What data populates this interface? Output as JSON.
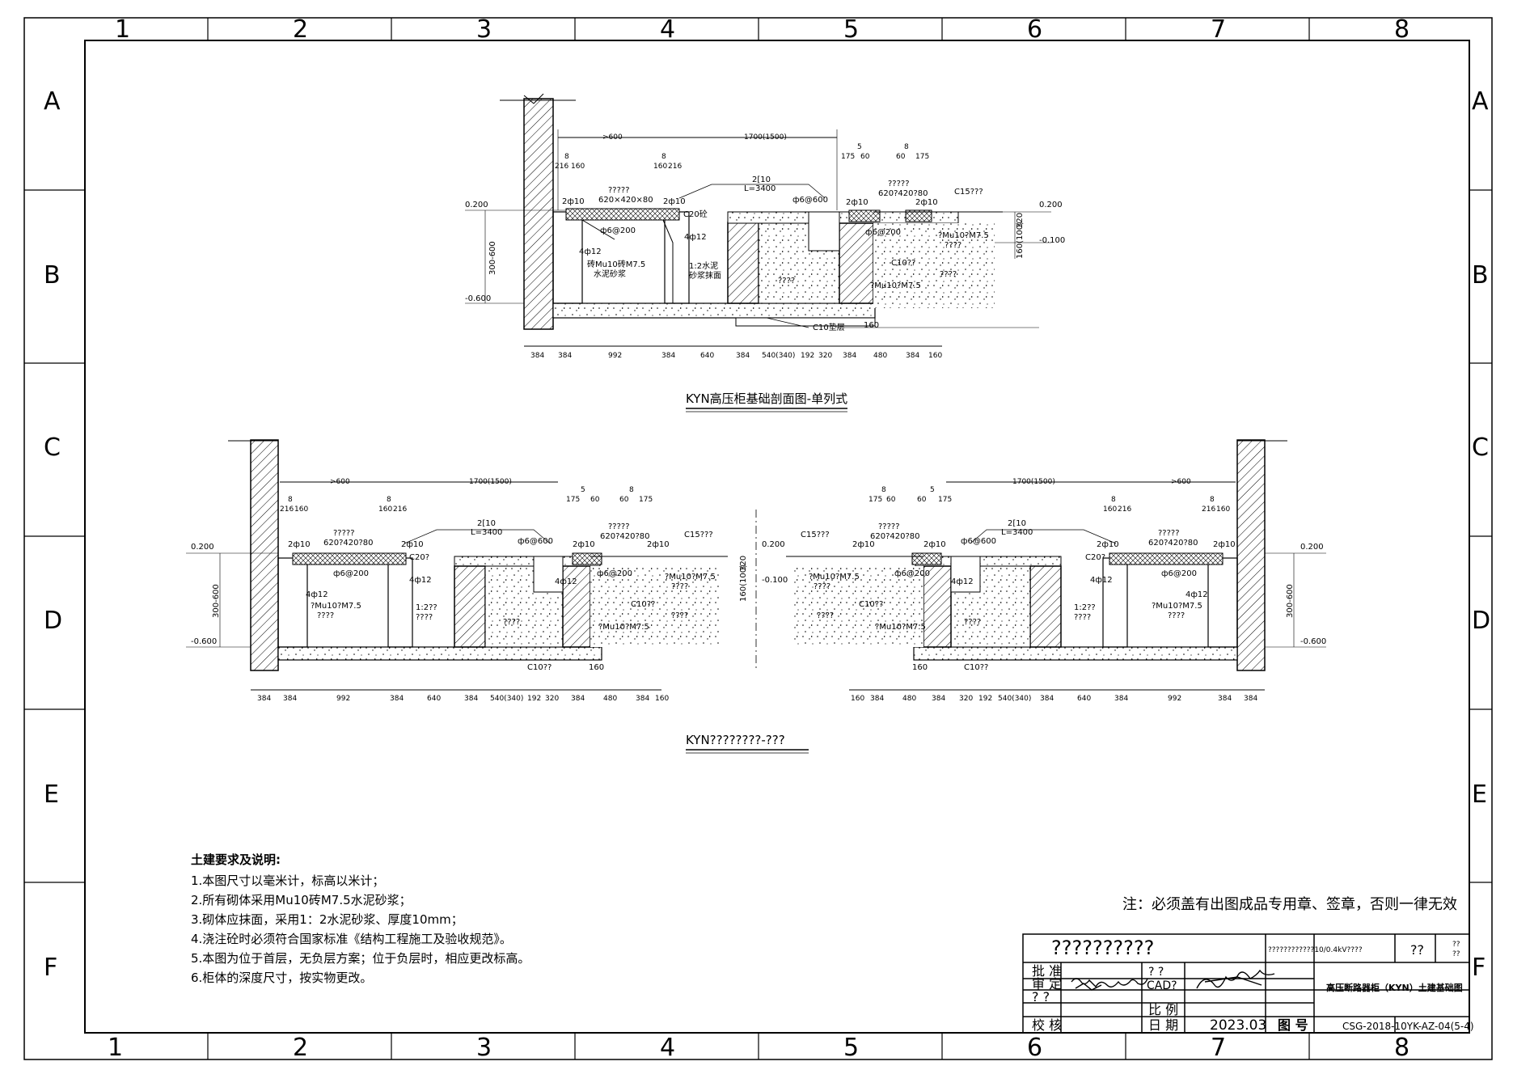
{
  "frame": {
    "columns": [
      "1",
      "2",
      "3",
      "4",
      "5",
      "6",
      "7",
      "8"
    ],
    "rows": [
      "A",
      "B",
      "C",
      "D",
      "E",
      "F"
    ]
  },
  "section_single": {
    "title": "KYN高压柜基础剖面图-单列式",
    "dims_bottom": [
      "384",
      "384",
      "992",
      "384",
      "640",
      "384",
      "540(340)",
      "192",
      "320",
      "384",
      "480",
      "384",
      "160"
    ],
    "dims_top": [
      ">600",
      "1700(1500)",
      "8",
      "216",
      "160",
      "8",
      "160",
      "216",
      "5",
      "175",
      "60",
      "8",
      "60",
      "175"
    ],
    "labels": {
      "el_top": "0.200",
      "el_bottom": "-0.600",
      "el_right_top": "0.200",
      "el_right_mid": "-0.100",
      "depth": "300-600",
      "q1": "?????",
      "plate1": "620×420×80",
      "c20": "C20砼",
      "bar1": "2ф10",
      "bar2": "2ф10",
      "ring": "ф6@200",
      "b412": "4ф12",
      "b412b": "4ф12",
      "brick1": "砖Mu10砖M7.5",
      "brick1b": "水泥砂浆",
      "mortar": "1:2水泥",
      "mortar_b": "砂浆抹面",
      "cable": "2[10",
      "cable_l": "L=3400",
      "f600": "ф6@600",
      "bar3": "2ф10",
      "q2": "?????",
      "plate2": "620?420?80",
      "bar4": "2ф10",
      "c15": "C15???",
      "ring2": "ф6@200",
      "mu_r": "?Mu10?M7.5",
      "q4": "????",
      "c10": "C10??",
      "q3": "????",
      "mu_b": "?Mu10?M7.5",
      "fill": "????",
      "c10base": "C10垫层",
      "d320": "320",
      "d160": "160",
      "d160b": "160(100)"
    }
  },
  "section_double": {
    "title": "KYN????????-???",
    "dims_left": [
      "384",
      "384",
      "992",
      "384",
      "640",
      "384",
      "540(340)",
      "192",
      "320",
      "384",
      "480",
      "384",
      "160"
    ],
    "dims_right": [
      "160",
      "384",
      "480",
      "384",
      "320",
      "192",
      "540(340)",
      "384",
      "640",
      "384",
      "992",
      "384",
      "384"
    ],
    "dims_top": [
      ">600",
      "1700(1500)",
      "8",
      "216",
      "160",
      "8",
      "160",
      "216",
      "5",
      "175",
      "60",
      "8",
      "60",
      "175"
    ],
    "labels": {
      "el_top": "0.200",
      "el_bottom": "-0.600",
      "el_mid": "0.200",
      "el_mid2": "-0.100",
      "depth": "300-600",
      "q1": "?????",
      "plate1": "620?420?80",
      "c20": "C20?",
      "bar1": "2ф10",
      "bar2": "2ф10",
      "ring": "ф6@200",
      "b412": "4ф12",
      "b412b": "4ф12",
      "mu": "?Mu10?M7.5",
      "q_fill": "????",
      "mortar": "1:2??",
      "mortar_b": "????",
      "cable": "2[10",
      "cable_l": "L=3400",
      "f600": "ф6@600",
      "bar3": "2ф10",
      "plate2": "620?420?80",
      "q2": "?????",
      "bar4": "2ф10",
      "c15": "C15???",
      "b412c": "4ф12",
      "ring2": "ф6@200",
      "mu_r": "?Mu10?M7.5",
      "q4": "????",
      "c10": "C10??",
      "q3": "????",
      "mu_b": "?Mu10?M7.5",
      "fill": "????",
      "c10base": "C10??",
      "d320": "320",
      "d160": "160",
      "d160b": "160(100)"
    }
  },
  "notes": {
    "heading": "土建要求及说明:",
    "items": [
      "1.本图尺寸以毫米计，标高以米计；",
      "2.所有砌体采用Mu10砖M7.5水泥砂浆；",
      "3.砌体应抹面，采用1：2水泥砂浆、厚度10mm；",
      "4.浇注砼时必须符合国家标准《结构工程施工及验收规范》。",
      "5.本图为位于首层，无负层方案；位于负层时，相应更改标高。",
      "6.柜体的深度尺寸，按实物更改。"
    ],
    "stamp_note": "注：必须盖有出图成品专用章、签章，否则一律无效"
  },
  "title_block": {
    "company": "??????????",
    "project": "????????????10/0.4kV????",
    "stage": "??",
    "stage_small1": "??",
    "stage_small2": "??",
    "drawing_title": "高压断路器柜（KYN）土建基础图",
    "row_labels": [
      "批  准",
      "审  定",
      "? ?",
      "校  核"
    ],
    "mid_labels": [
      "? ?",
      "CAD?",
      "比  例",
      "日  期"
    ],
    "date": "2023.03",
    "drawing_no_label": "图 号",
    "drawing_no": "CSG-2018-10YK-AZ-04(5-4)"
  }
}
